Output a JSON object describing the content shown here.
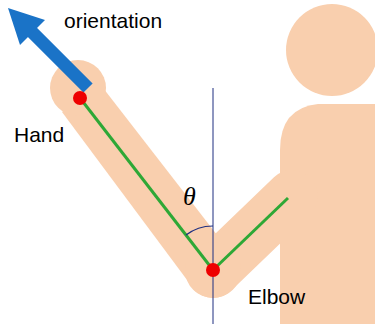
{
  "diagram": {
    "labels": [
      "orientation",
      "Hand",
      "θ",
      "Elbow"
    ]
  }
}
